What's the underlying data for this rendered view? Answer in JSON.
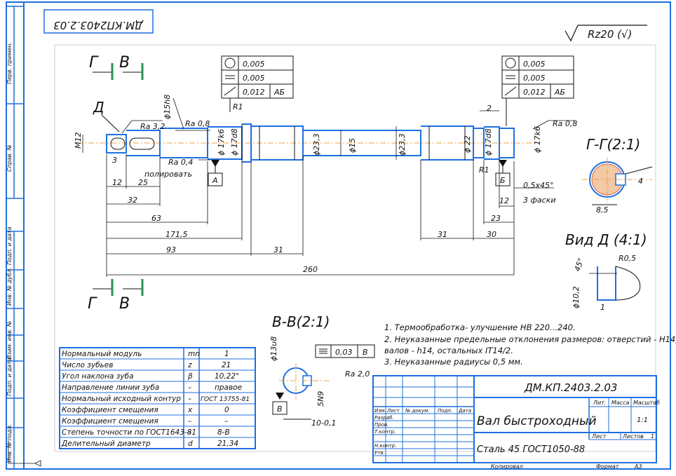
{
  "stamp_code": "ДМ.КП2403.2.03",
  "roughness": "Rz20 (√)",
  "side_labels": [
    "Перв. примен.",
    "Справ. №",
    "Подп. и дата",
    "Инв. № дубл.",
    "Взам. инв. №",
    "Подп. и дата",
    "Инв. № подл."
  ],
  "notes": [
    "1. Термообработка- улучшение HB 220...240.",
    "2. Неуказанные предельные отклонения размеров: отверстий - H14,",
    "валов - h14, остальных  IT14/2.",
    "3. Неуказанные радиусы 0,5 мм."
  ],
  "params_table": [
    {
      "name": "Нормальный модуль",
      "sym": "mn",
      "val": "1"
    },
    {
      "name": "Число зубьев",
      "sym": "z",
      "val": "21"
    },
    {
      "name": "Угол наклона зуба",
      "sym": "β",
      "val": "10,22°"
    },
    {
      "name": "Направление линии зуба",
      "sym": "–",
      "val": "правое"
    },
    {
      "name": "Нормальный исходный контур",
      "sym": "–",
      "val": "ГОСТ 13755-81"
    },
    {
      "name": "Коэффициент смещения",
      "sym": "x",
      "val": "0"
    },
    {
      "name": "Коэффициент смещения",
      "sym": "–",
      "val": "–"
    },
    {
      "name": "Степень точности по ГОСТ1643-81",
      "sym": "–",
      "val": "8-В"
    },
    {
      "name": "Делительный диаметр",
      "sym": "d",
      "val": "21,34"
    }
  ],
  "title_block": {
    "designation": "ДМ.КП.2403.2.03",
    "name": "Вал быстроходный",
    "material": "Сталь 45 ГОСТ1050-88",
    "col_headers": [
      "Изм.",
      "Лист",
      "№ докум.",
      "Подп.",
      "Дата"
    ],
    "rows": [
      "Разраб.",
      "Пров.",
      "Т.контр.",
      "",
      "Н.контр.",
      "Утв."
    ],
    "lit": "Лит.",
    "mass": "Масса",
    "scale": "Масштаб",
    "scale_val": "1:1",
    "sheet": "Лист",
    "sheets": "Листов",
    "sheets_val": "1",
    "copied": "Копировал",
    "format": "Формат",
    "format_val": "A3"
  },
  "views": {
    "gg": "Г-Г(2:1)",
    "vd": "Вид Д  (4:1)",
    "vv": "В-В(2:1)",
    "sec_g": "Г",
    "sec_v": "В",
    "sec_d": "Д"
  },
  "tolerances_left": [
    "0,005",
    "0,005",
    "0,012",
    "АБ"
  ],
  "tolerances_right": [
    "0,005",
    "0,005",
    "0,012",
    "АБ"
  ],
  "tolerance_vv": [
    "0,03",
    "В"
  ],
  "dims": {
    "m12": "М12",
    "d15h8": "ϕ15h8",
    "ra32": "Ra 3,2",
    "ra08a": "Ra 0,8",
    "ra04": "Ra 0,4",
    "polish": "полировать",
    "d17k6a": "ϕ 17k6",
    "d17d8a": "ϕ 17d8",
    "d233a": "ϕ23,3",
    "d15": "ϕ15",
    "d233b": "ϕ23,3",
    "d22": "ϕ 22",
    "d17d8b": "ϕ 17d8",
    "d17k6b": "ϕ 17k6",
    "ra08b": "Ra 0,8",
    "r1a": "R1",
    "r1b": "R1",
    "two": "2",
    "base_a": "А",
    "base_b": "Б",
    "base_v": "В",
    "chamfer": "0,5x45°",
    "chamfer_n": "3 фаски",
    "l3": "3",
    "l12": "12",
    "l25": "25",
    "l32": "32",
    "l63": "63",
    "l171": "171,5",
    "l93": "93",
    "l31a": "31",
    "l260": "260",
    "l31b": "31",
    "l30": "30",
    "l23": "23",
    "l12b": "12",
    "gg_4": "4",
    "gg_85": "8,5",
    "vd_r05": "R0,5",
    "vd_45": "45°",
    "vd_d102": "ϕ10,2",
    "vd_1": "1",
    "vv_d13": "ϕ13u8",
    "vv_ra2": "Ra 2,0",
    "vv_5n9": "5N9",
    "vv_10": "10-0,1"
  }
}
